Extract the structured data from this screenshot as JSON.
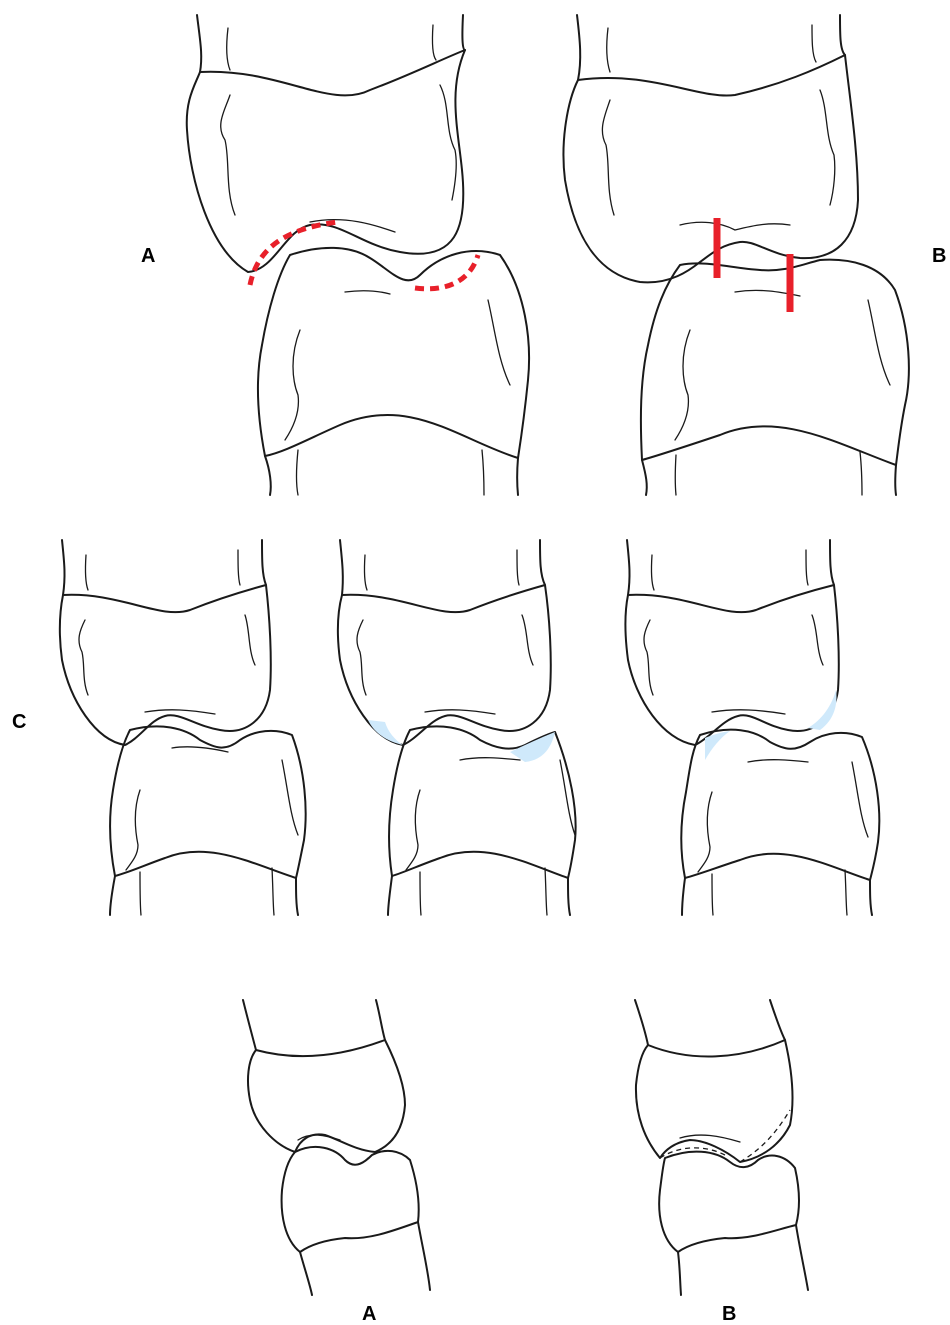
{
  "labels": {
    "top_left": "A",
    "top_right": "B",
    "middle": "C",
    "bottom_left": "A",
    "bottom_right": "B"
  },
  "colors": {
    "outline": "#1a1a1a",
    "marker_red": "#e8202a",
    "cartilage_light": "#cfe9fb",
    "bone_fill_light": "#d9eefc",
    "bone_fill_strong": "#00bdf2",
    "background": "#ffffff"
  }
}
